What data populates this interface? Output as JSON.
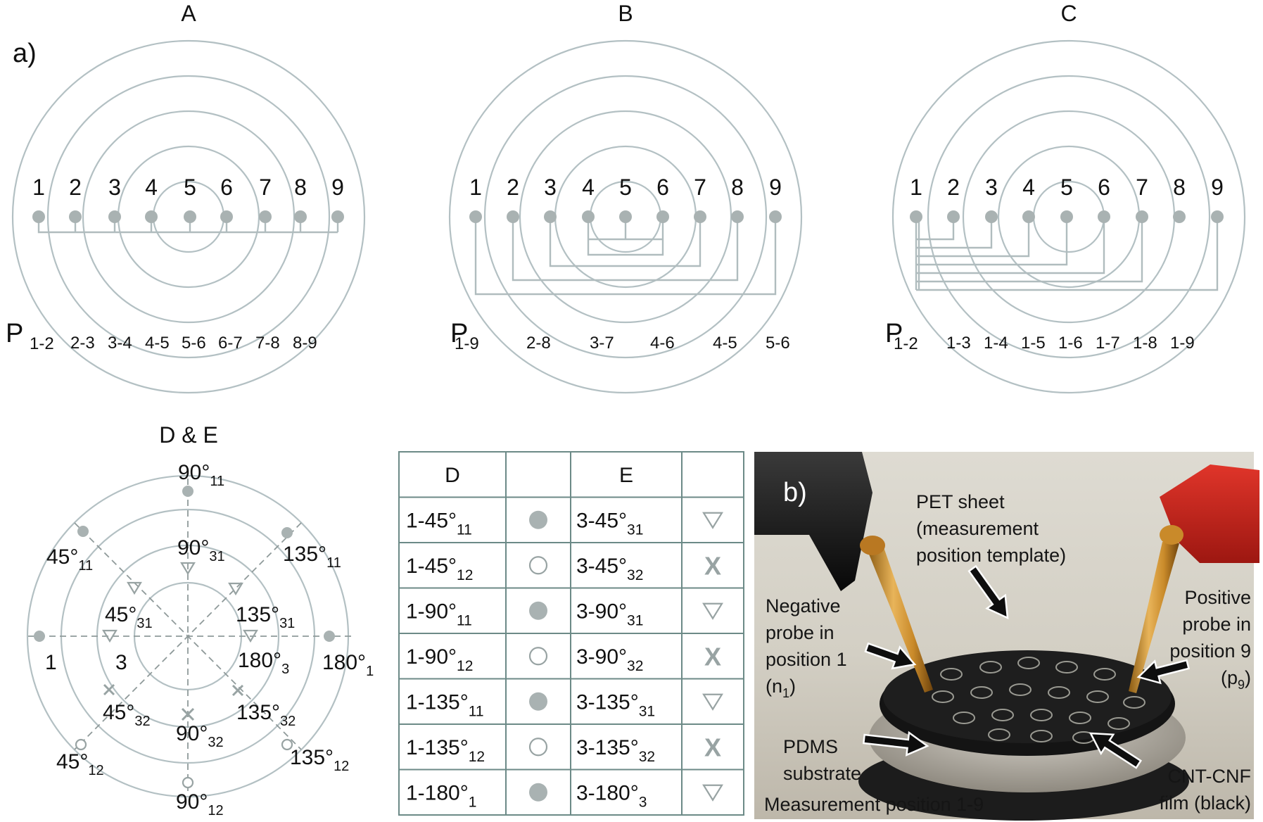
{
  "panel_a": {
    "label": "a)",
    "diagrams": [
      {
        "title": "A",
        "points": [
          "1",
          "2",
          "3",
          "4",
          "5",
          "6",
          "7",
          "8",
          "9"
        ],
        "p_label": "P",
        "pairs": [
          "1-2",
          "2-3",
          "3-4",
          "4-5",
          "5-6",
          "6-7",
          "7-8",
          "8-9"
        ]
      },
      {
        "title": "B",
        "points": [
          "1",
          "2",
          "3",
          "4",
          "5",
          "6",
          "7",
          "8",
          "9"
        ],
        "p_label": "P",
        "pairs": [
          "1-9",
          "2-8",
          "3-7",
          "4-6",
          "4-5",
          "5-6"
        ]
      },
      {
        "title": "C",
        "points": [
          "1",
          "2",
          "3",
          "4",
          "5",
          "6",
          "7",
          "8",
          "9"
        ],
        "p_label": "P",
        "pairs": [
          "1-2",
          "1-3",
          "1-4",
          "1-5",
          "1-6",
          "1-7",
          "1-8",
          "1-9"
        ]
      }
    ]
  },
  "panel_de": {
    "title": "D & E",
    "angle_labels": {
      "top_outer": {
        "base": "90°",
        "sub": "11"
      },
      "ul_outer": {
        "base": "45°",
        "sub": "11"
      },
      "ur_outer": {
        "base": "135°",
        "sub": "11"
      },
      "top_inner": {
        "base": "90°",
        "sub": "31"
      },
      "ul_inner": {
        "base": "45°",
        "sub": "31"
      },
      "ur_inner": {
        "base": "135°",
        "sub": "31"
      },
      "left_outer": {
        "base": "1",
        "sub": ""
      },
      "left_inner": {
        "base": "3",
        "sub": ""
      },
      "right_inner": {
        "base": "180°",
        "sub": "3"
      },
      "right_outer": {
        "base": "180°",
        "sub": "1"
      },
      "ll_inner": {
        "base": "45°",
        "sub": "32"
      },
      "bottom_inner": {
        "base": "90°",
        "sub": "32"
      },
      "lr_inner": {
        "base": "135°",
        "sub": "32"
      },
      "ll_outer": {
        "base": "45°",
        "sub": "12"
      },
      "lr_outer": {
        "base": "135°",
        "sub": "12"
      },
      "bottom_outer": {
        "base": "90°",
        "sub": "12"
      }
    }
  },
  "table": {
    "headers": [
      "D",
      "",
      "E",
      ""
    ],
    "rows": [
      {
        "d_base": "1-45°",
        "d_sub": "11",
        "d_marker": "filled-circle",
        "e_base": "3-45°",
        "e_sub": "31",
        "e_marker": "triangle"
      },
      {
        "d_base": "1-45°",
        "d_sub": "12",
        "d_marker": "hollow-circle",
        "e_base": "3-45°",
        "e_sub": "32",
        "e_marker": "x"
      },
      {
        "d_base": "1-90°",
        "d_sub": "11",
        "d_marker": "filled-circle",
        "e_base": "3-90°",
        "e_sub": "31",
        "e_marker": "triangle"
      },
      {
        "d_base": "1-90°",
        "d_sub": "12",
        "d_marker": "hollow-circle",
        "e_base": "3-90°",
        "e_sub": "32",
        "e_marker": "x"
      },
      {
        "d_base": "1-135°",
        "d_sub": "11",
        "d_marker": "filled-circle",
        "e_base": "3-135°",
        "e_sub": "31",
        "e_marker": "triangle"
      },
      {
        "d_base": "1-135°",
        "d_sub": "12",
        "d_marker": "hollow-circle",
        "e_base": "3-135°",
        "e_sub": "32",
        "e_marker": "x"
      },
      {
        "d_base": "1-180°",
        "d_sub": "1",
        "d_marker": "filled-circle",
        "e_base": "3-180°",
        "e_sub": "3",
        "e_marker": "triangle"
      }
    ],
    "x_mark_text": "X"
  },
  "panel_b": {
    "label": "b)",
    "annotations": {
      "pet_sheet": [
        "PET sheet",
        "(measurement",
        "position template)"
      ],
      "negative_probe": [
        "Negative",
        "probe in",
        "position 1"
      ],
      "negative_probe_id": {
        "base": "(n",
        "sub": "1",
        "tail": ")"
      },
      "positive_probe": [
        "Positive",
        "probe in",
        "position 9"
      ],
      "positive_probe_id": {
        "base": "(p",
        "sub": "9",
        "tail": ")"
      },
      "pdms": [
        "PDMS",
        "substrate"
      ],
      "cnt_cnf": [
        "CNT-CNF",
        "film (black)"
      ],
      "measurement": "Measurement position 1-9"
    }
  },
  "colors": {
    "ring_stroke": "#b3c0c3",
    "wire": "#b0bcbe",
    "dot": "#a9b2b2",
    "table_line": "#6c8a87",
    "probe_red": "#c8241c",
    "probe_black": "#1a1a1a",
    "film_black": "#141414"
  }
}
